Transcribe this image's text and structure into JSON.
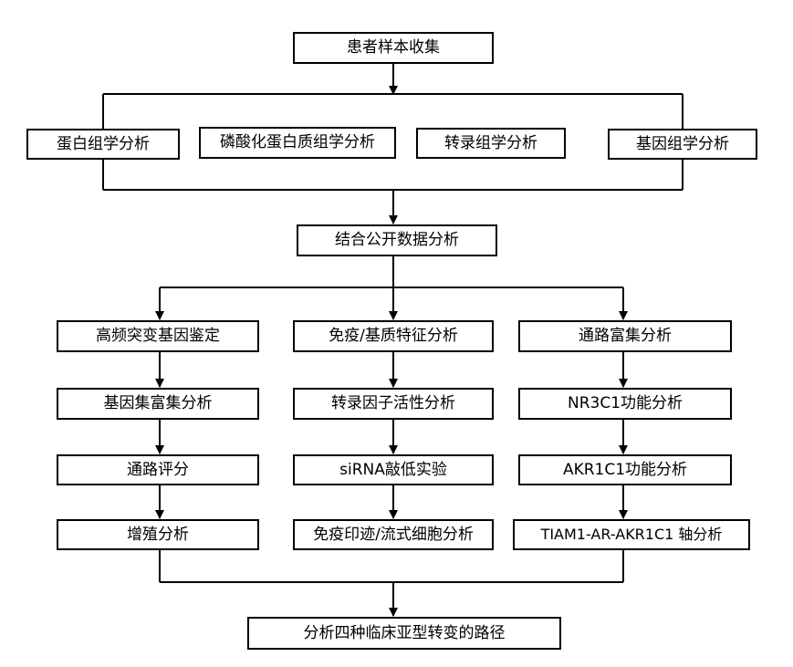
{
  "flowchart": {
    "top": "患者样本收集",
    "omics": [
      "蛋白组学分析",
      "磷酸化蛋白质组学分析",
      "转录组学分析",
      "基因组学分析"
    ],
    "integrate": "结合公开数据分析",
    "branches": [
      [
        "高频突变基因鉴定",
        "基因集富集分析",
        "通路评分",
        "增殖分析"
      ],
      [
        "免疫/基质特征分析",
        "转录因子活性分析",
        "siRNA敲低实验",
        "免疫印迹/流式细胞分析"
      ],
      [
        "通路富集分析",
        "NR3C1功能分析",
        "AKR1C1功能分析",
        "TIAM1-AR-AKR1C1 轴分析"
      ]
    ],
    "final": "分析四种临床亚型转变的路径"
  }
}
